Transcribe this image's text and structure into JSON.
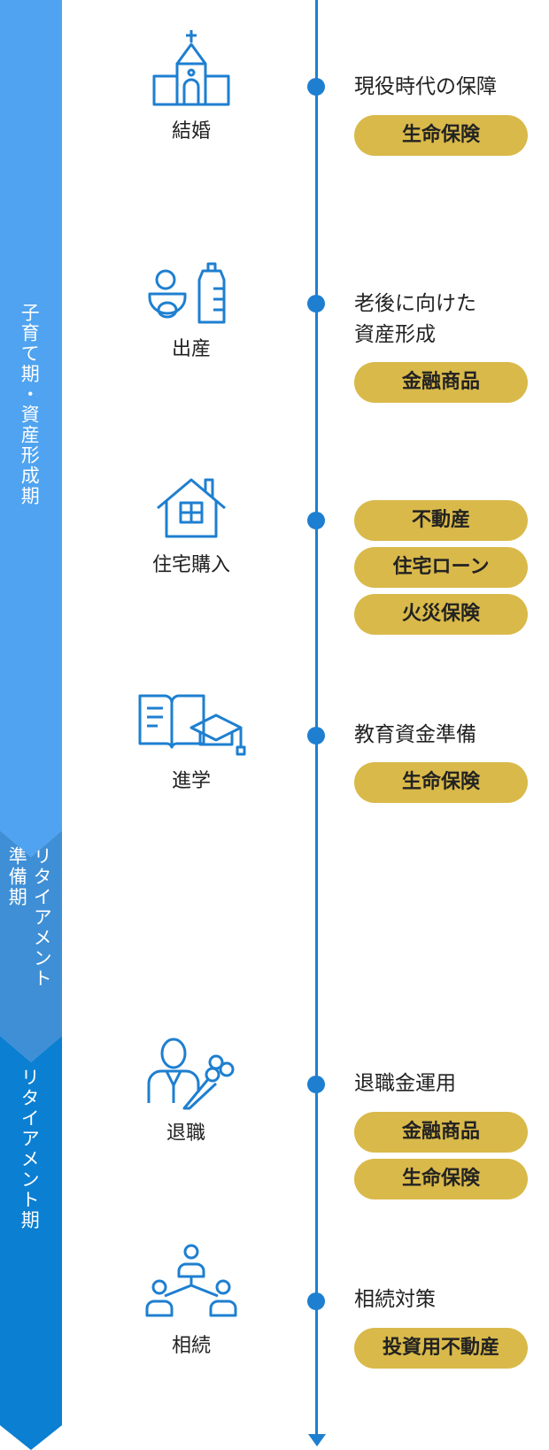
{
  "phases": [
    {
      "label": "子育て期・資産形成期"
    },
    {
      "label_line1": "リタイアメント",
      "label_line2": "準備期"
    },
    {
      "label": "リタイアメント期"
    }
  ],
  "events": [
    {
      "label": "結婚",
      "icon": "church-icon",
      "desc": "現役時代の保障",
      "pills": [
        "生命保険"
      ]
    },
    {
      "label": "出産",
      "icon": "baby-icon",
      "desc_line1": "老後に向けた",
      "desc_line2": "資産形成",
      "pills": [
        "金融商品"
      ]
    },
    {
      "label": "住宅購入",
      "icon": "house-icon",
      "pills": [
        "不動産",
        "住宅ローン",
        "火災保険"
      ]
    },
    {
      "label": "進学",
      "icon": "education-icon",
      "desc": "教育資金準備",
      "pills": [
        "生命保険"
      ]
    },
    {
      "label": "退職",
      "icon": "retirement-icon",
      "desc": "退職金運用",
      "pills": [
        "金融商品",
        "生命保険"
      ]
    },
    {
      "label": "相続",
      "icon": "inheritance-icon",
      "desc": "相続対策",
      "pills": [
        "投資用不動産"
      ]
    }
  ],
  "colors": {
    "timeline": "#1e7fd0",
    "pill": "#d9b94a",
    "phase1": "#4fa3f0",
    "phase2": "#3f8fd6",
    "phase3": "#0b7fd2"
  }
}
